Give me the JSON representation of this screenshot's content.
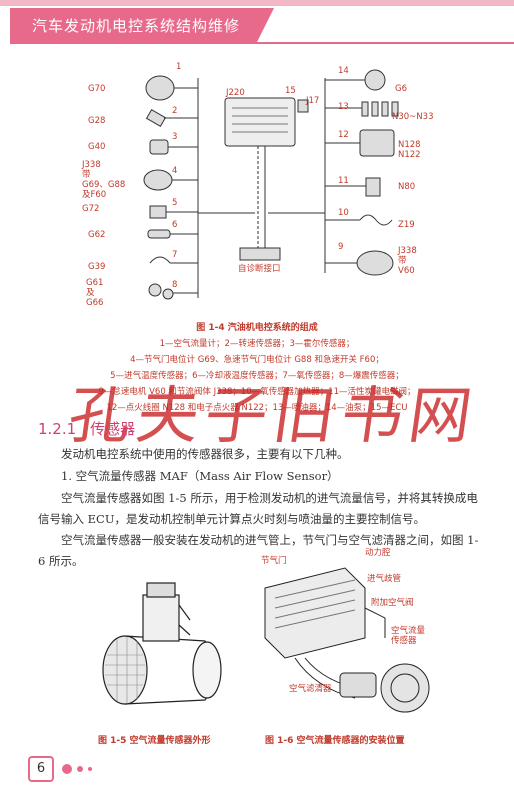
{
  "header": {
    "title": "汽车发动机电控系统结构维修"
  },
  "diagram": {
    "left_labels": [
      "G70",
      "G28",
      "G40",
      "J338\n带\nG69、G88\n及F60",
      "G72",
      "G62",
      "G39",
      "G61\n及\nG66"
    ],
    "left_numbers": [
      "1",
      "2",
      "3",
      "4",
      "5",
      "6",
      "7",
      "8"
    ],
    "right_labels": [
      "G6",
      "N30~N33",
      "N128\nN122",
      "N80",
      "Z19",
      "J338\n带\nV60"
    ],
    "right_numbers": [
      "14",
      "13",
      "12",
      "11",
      "10",
      "9"
    ],
    "ecu_label": "J220",
    "ecu_number": "15",
    "j17": "J17",
    "diag_port": "自诊断接口"
  },
  "figure14": {
    "caption": "图 1-4    汽油机电控系统的组成",
    "legend": [
      "1—空气流量计；2—转速传感器；3—霍尔传感器；",
      "4—节气门电位计 G69、急速节气门电位计 G88 和急速开关 F60；",
      "5—进气温度传感器；6—冷却液温度传感器；7—氧传感器；8—爆震传感器；",
      "9—怠速电机 V60 和节流阀体 J338；10—氧传感器加热器；11—活性炭罐电磁阀；",
      "12—点火线圈 N128 和电子点火器 N122；13—喷油器；14—油泵；15—ECU"
    ]
  },
  "watermark": "孔夫子旧书网",
  "section": {
    "number": "1.2.1",
    "title": "传感器"
  },
  "paragraphs": {
    "p1": "发动机电控系统中使用的传感器很多，主要有以下几种。",
    "p2": "1. 空气流量传感器 MAF（Mass Air Flow Sensor）",
    "p3": "空气流量传感器如图 1-5 所示，用于检测发动机的进气流量信号，并将其转换成电信号输入 ECU，是发动机控制单元计算点火时刻与喷油量的主要控制信号。",
    "p4": "空气流量传感器一般安装在发动机的进气管上，节气门与空气滤清器之间，如图 1-6 所示。"
  },
  "figure16_labels": {
    "throttle": "节气门",
    "plenum": "动力腔",
    "intake": "进气歧管",
    "aux_valve": "附加空气阀",
    "maf": "空气流量\n传感器",
    "filter": "空气滤清器"
  },
  "fig15_caption": "图 1-5    空气流量传感器外形",
  "fig16_caption": "图 1-6    空气流量传感器的安装位置",
  "footer": {
    "page": "6"
  },
  "colors": {
    "accent": "#e86a8a",
    "caption_red": "#c0392b"
  }
}
